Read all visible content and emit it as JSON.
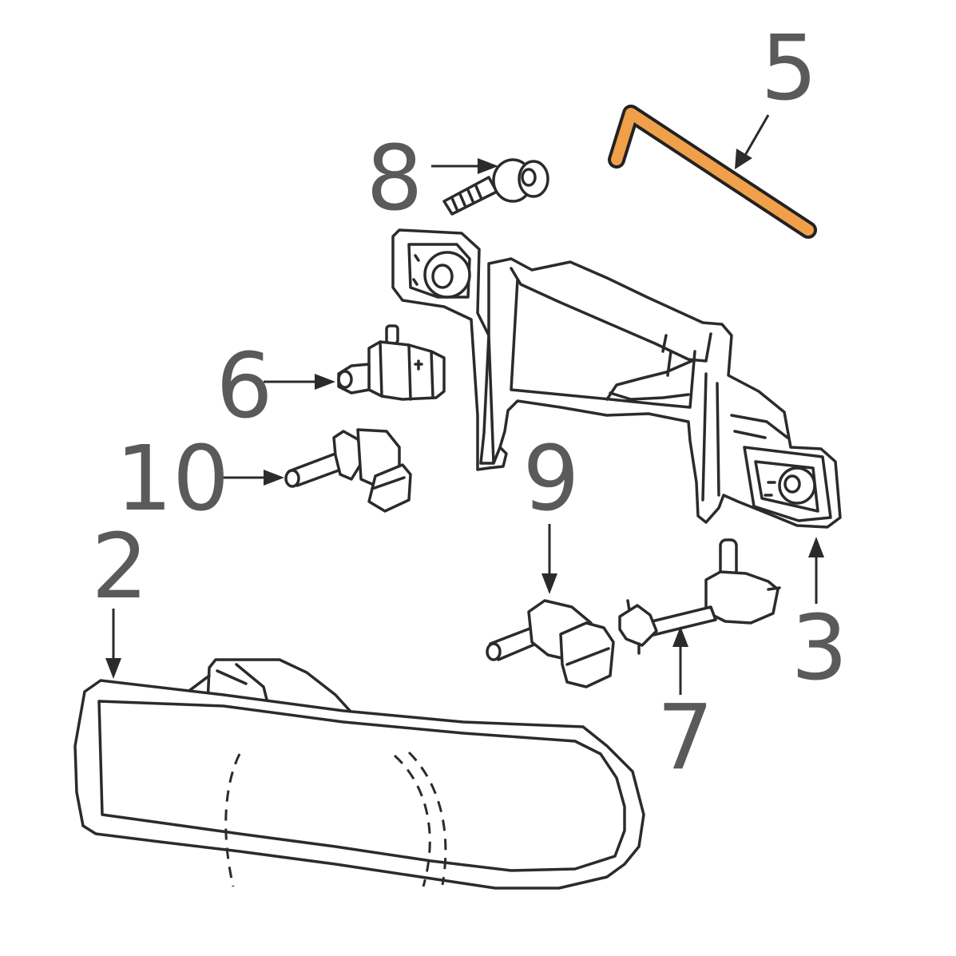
{
  "diagram": {
    "callouts": [
      {
        "id": "2",
        "label": "2"
      },
      {
        "id": "3",
        "label": "3"
      },
      {
        "id": "5",
        "label": "5"
      },
      {
        "id": "6",
        "label": "6"
      },
      {
        "id": "7",
        "label": "7"
      },
      {
        "id": "8",
        "label": "8"
      },
      {
        "id": "9",
        "label": "9"
      },
      {
        "id": "10",
        "label": "10"
      }
    ],
    "colors": {
      "highlight_part": "#F0A04A",
      "highlight_outline": "#222222",
      "line": "#2b2b2b",
      "label": "#5a5a5a"
    },
    "highlighted_callout": "5"
  }
}
